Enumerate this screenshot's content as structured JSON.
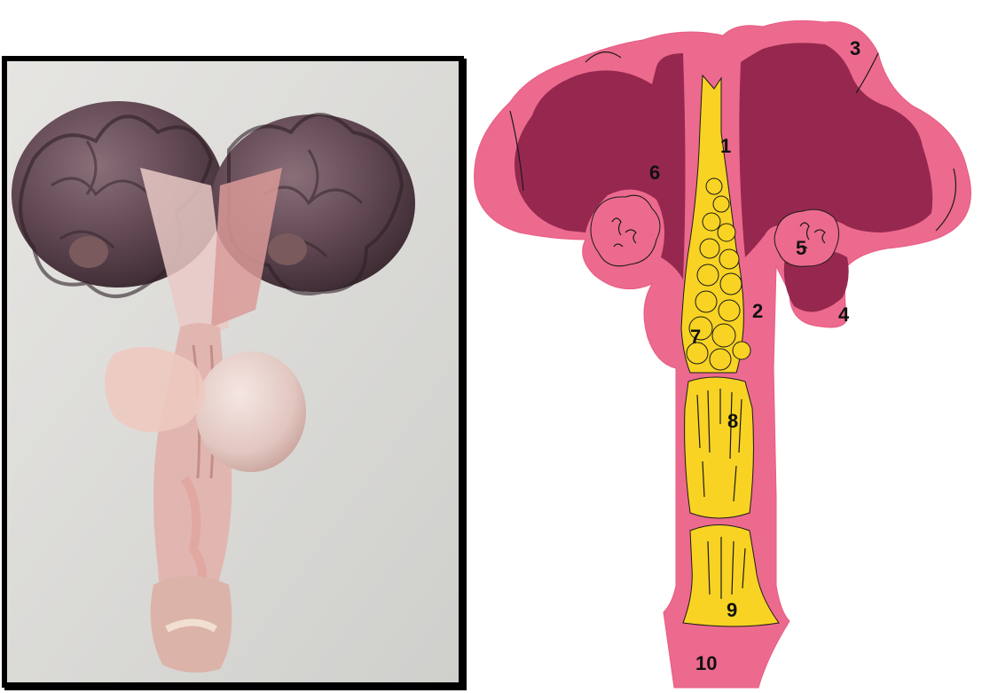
{
  "photo": {
    "subject": "reproductive tract specimen photograph"
  },
  "diagram": {
    "labels": [
      {
        "id": "1",
        "text": "1"
      },
      {
        "id": "2",
        "text": "2"
      },
      {
        "id": "3",
        "text": "3"
      },
      {
        "id": "4",
        "text": "4"
      },
      {
        "id": "5",
        "text": "5"
      },
      {
        "id": "6",
        "text": "6"
      },
      {
        "id": "7",
        "text": "7"
      },
      {
        "id": "8",
        "text": "8"
      },
      {
        "id": "9",
        "text": "9"
      },
      {
        "id": "10",
        "text": "10"
      }
    ],
    "colors": {
      "outer_tissue": "#ec6a8e",
      "inner_lumen": "#96284f",
      "yellow": "#f8d323",
      "outline": "#1a1a1a"
    }
  }
}
